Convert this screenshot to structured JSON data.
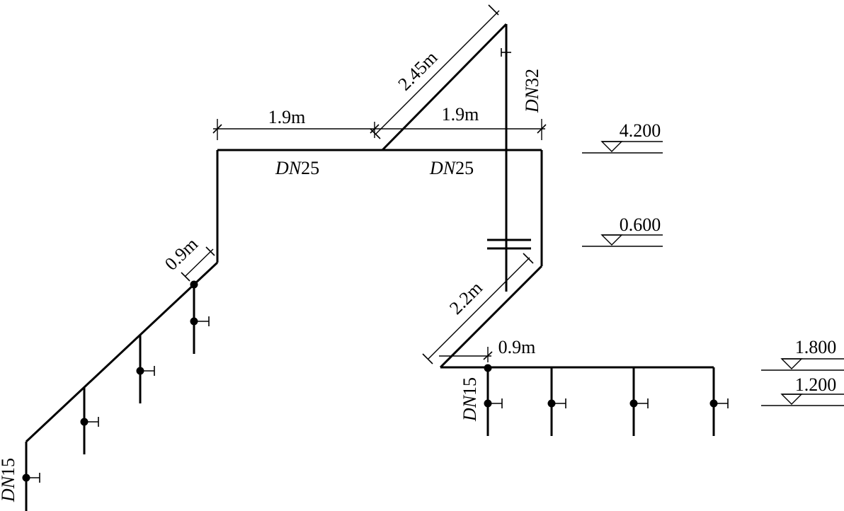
{
  "drawing": {
    "dims": {
      "top_left": "1.9m",
      "top_right": "1.9m",
      "diagonal_up": "2.45m",
      "left_diag_short": "0.9m",
      "right_diag": "2.2m",
      "right_branch_short": "0.9m"
    },
    "pipes": {
      "top_left": {
        "prefix": "DN",
        "suffix": "25"
      },
      "top_right": {
        "prefix": "DN",
        "suffix": "25"
      },
      "riser": {
        "prefix": "DN",
        "suffix": "32"
      },
      "left_branch": {
        "prefix": "DN",
        "suffix": "15"
      },
      "right_branch": {
        "prefix": "DN",
        "suffix": "15"
      }
    },
    "elevations": {
      "e1": "4.200",
      "e2": "0.600",
      "e3": "1.800",
      "e4": "1.200"
    }
  }
}
